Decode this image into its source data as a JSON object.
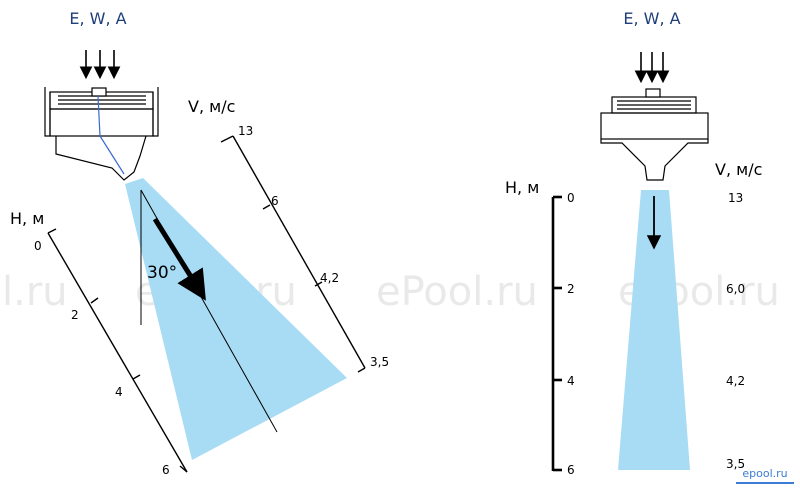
{
  "watermark": "ePool.ru",
  "watermark_fragment": "l.ru",
  "corner_logo": "epool.ru",
  "angled": {
    "arrows_label": "E, W, A",
    "angle_label": "30°",
    "height_axis_title": "H, м",
    "height_ticks": [
      "0",
      "2",
      "4",
      "6"
    ],
    "velocity_axis_title": "V, м/с",
    "velocity_ticks": [
      "13",
      "6",
      "4,2",
      "3,5"
    ]
  },
  "vertical": {
    "arrows_label": "E, W, A",
    "height_axis_title": "H, м",
    "height_ticks": [
      "0",
      "2",
      "4",
      "6"
    ],
    "velocity_axis_title": "V, м/с",
    "velocity_ticks": [
      "13",
      "6,0",
      "4,2",
      "3,5"
    ]
  },
  "colors": {
    "jet": "#a8dcf5",
    "line": "#000000",
    "text_blue": "#1f3f7a"
  }
}
